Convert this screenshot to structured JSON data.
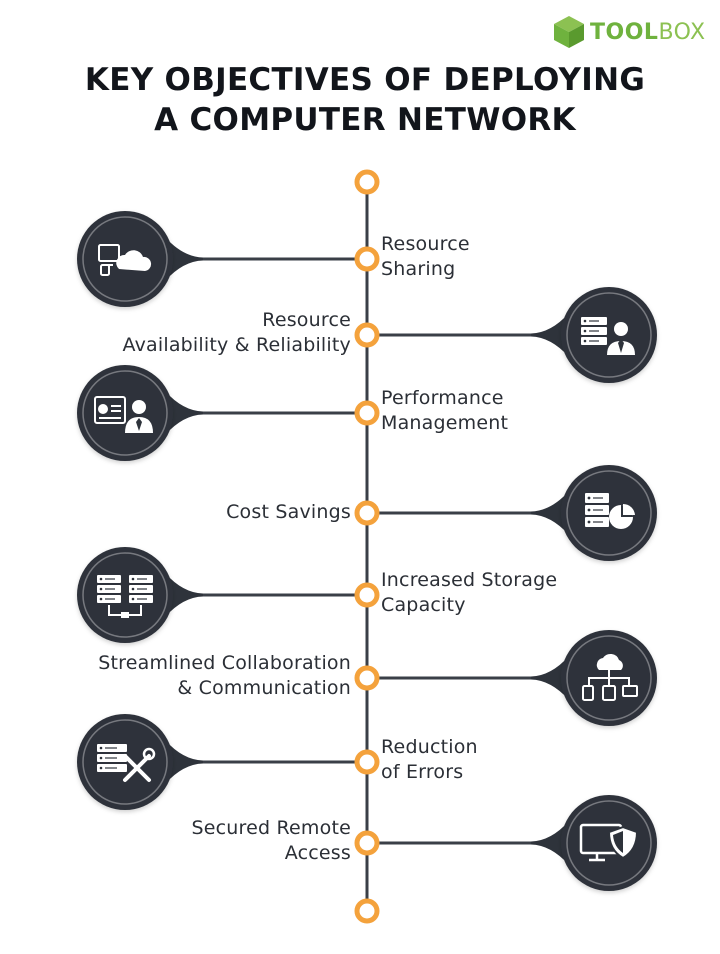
{
  "brand": {
    "name_bold": "TOOL",
    "name_light": "BOX",
    "logo_icon": "cube-icon",
    "accent_color": "#6fb23e"
  },
  "title": {
    "line1": "KEY OBJECTIVES OF DEPLOYING",
    "line2": "A COMPUTER NETWORK"
  },
  "colors": {
    "node": "#f4a23c",
    "line": "#3a3f47",
    "circle_dark": "#2e333b"
  },
  "objectives": [
    {
      "line1": "Resource",
      "line2": "Sharing",
      "side": "right",
      "icon": "devices-cloud-icon"
    },
    {
      "line1": "Resource",
      "line2": "Availability & Reliability",
      "side": "left",
      "icon": "server-admin-icon"
    },
    {
      "line1": "Performance",
      "line2": "Management",
      "side": "right",
      "icon": "presentation-person-icon"
    },
    {
      "line1": "Cost Savings",
      "line2": "",
      "side": "left",
      "icon": "server-pie-chart-icon"
    },
    {
      "line1": "Increased Storage",
      "line2": "Capacity",
      "side": "right",
      "icon": "linked-servers-icon"
    },
    {
      "line1": "Streamlined Collaboration",
      "line2": "& Communication",
      "side": "left",
      "icon": "cloud-network-icon"
    },
    {
      "line1": "Reduction",
      "line2": "of Errors",
      "side": "right",
      "icon": "server-tools-icon"
    },
    {
      "line1": "Secured Remote",
      "line2": "Access",
      "side": "left",
      "icon": "monitor-shield-icon"
    }
  ]
}
